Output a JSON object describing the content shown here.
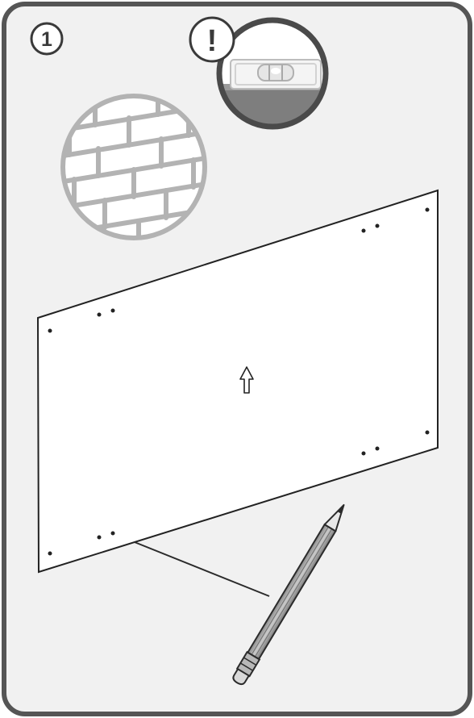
{
  "step": {
    "number": "1"
  },
  "warning": {
    "symbol": "!"
  },
  "colors": {
    "frame_border": "#555555",
    "frame_fill": "#f1f1f1",
    "panel_fill": "#ffffff",
    "brick_line": "#b3b3b3",
    "level_ring": "#4a4a4a",
    "level_surface": "#7e7e7e",
    "pencil_body": "#9a9a9a",
    "guide_line": "#2b2b2b"
  },
  "icons": {
    "step_badge": "step-number-circle",
    "warning_badge": "exclamation-circle",
    "wall_type": "brick-wall-icon",
    "tool_level": "spirit-level-icon",
    "direction": "up-arrow-icon",
    "tool_pencil": "pencil-icon"
  }
}
